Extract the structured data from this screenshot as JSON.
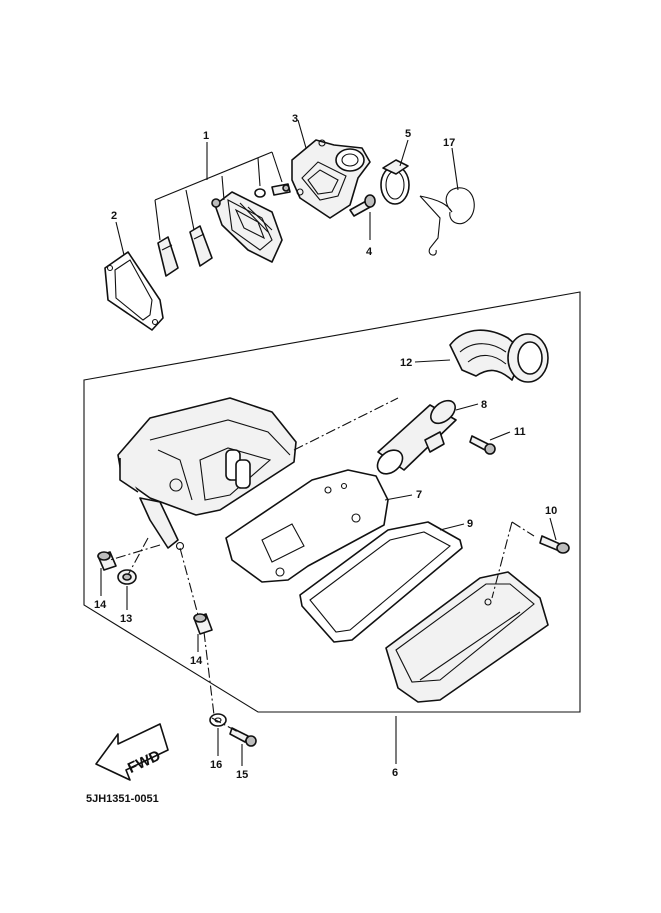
{
  "callouts": {
    "p1": "1",
    "p2": "2",
    "p3": "3",
    "p4": "4",
    "p5": "5",
    "p6": "6",
    "p7": "7",
    "p8": "8",
    "p9": "9",
    "p10": "10",
    "p11": "11",
    "p12": "12",
    "p13": "13",
    "p14a": "14",
    "p14b": "14",
    "p15": "15",
    "p16": "16",
    "p17": "17"
  },
  "fwd_label": "FWD",
  "diagram_code": "5JH1351-0051"
}
